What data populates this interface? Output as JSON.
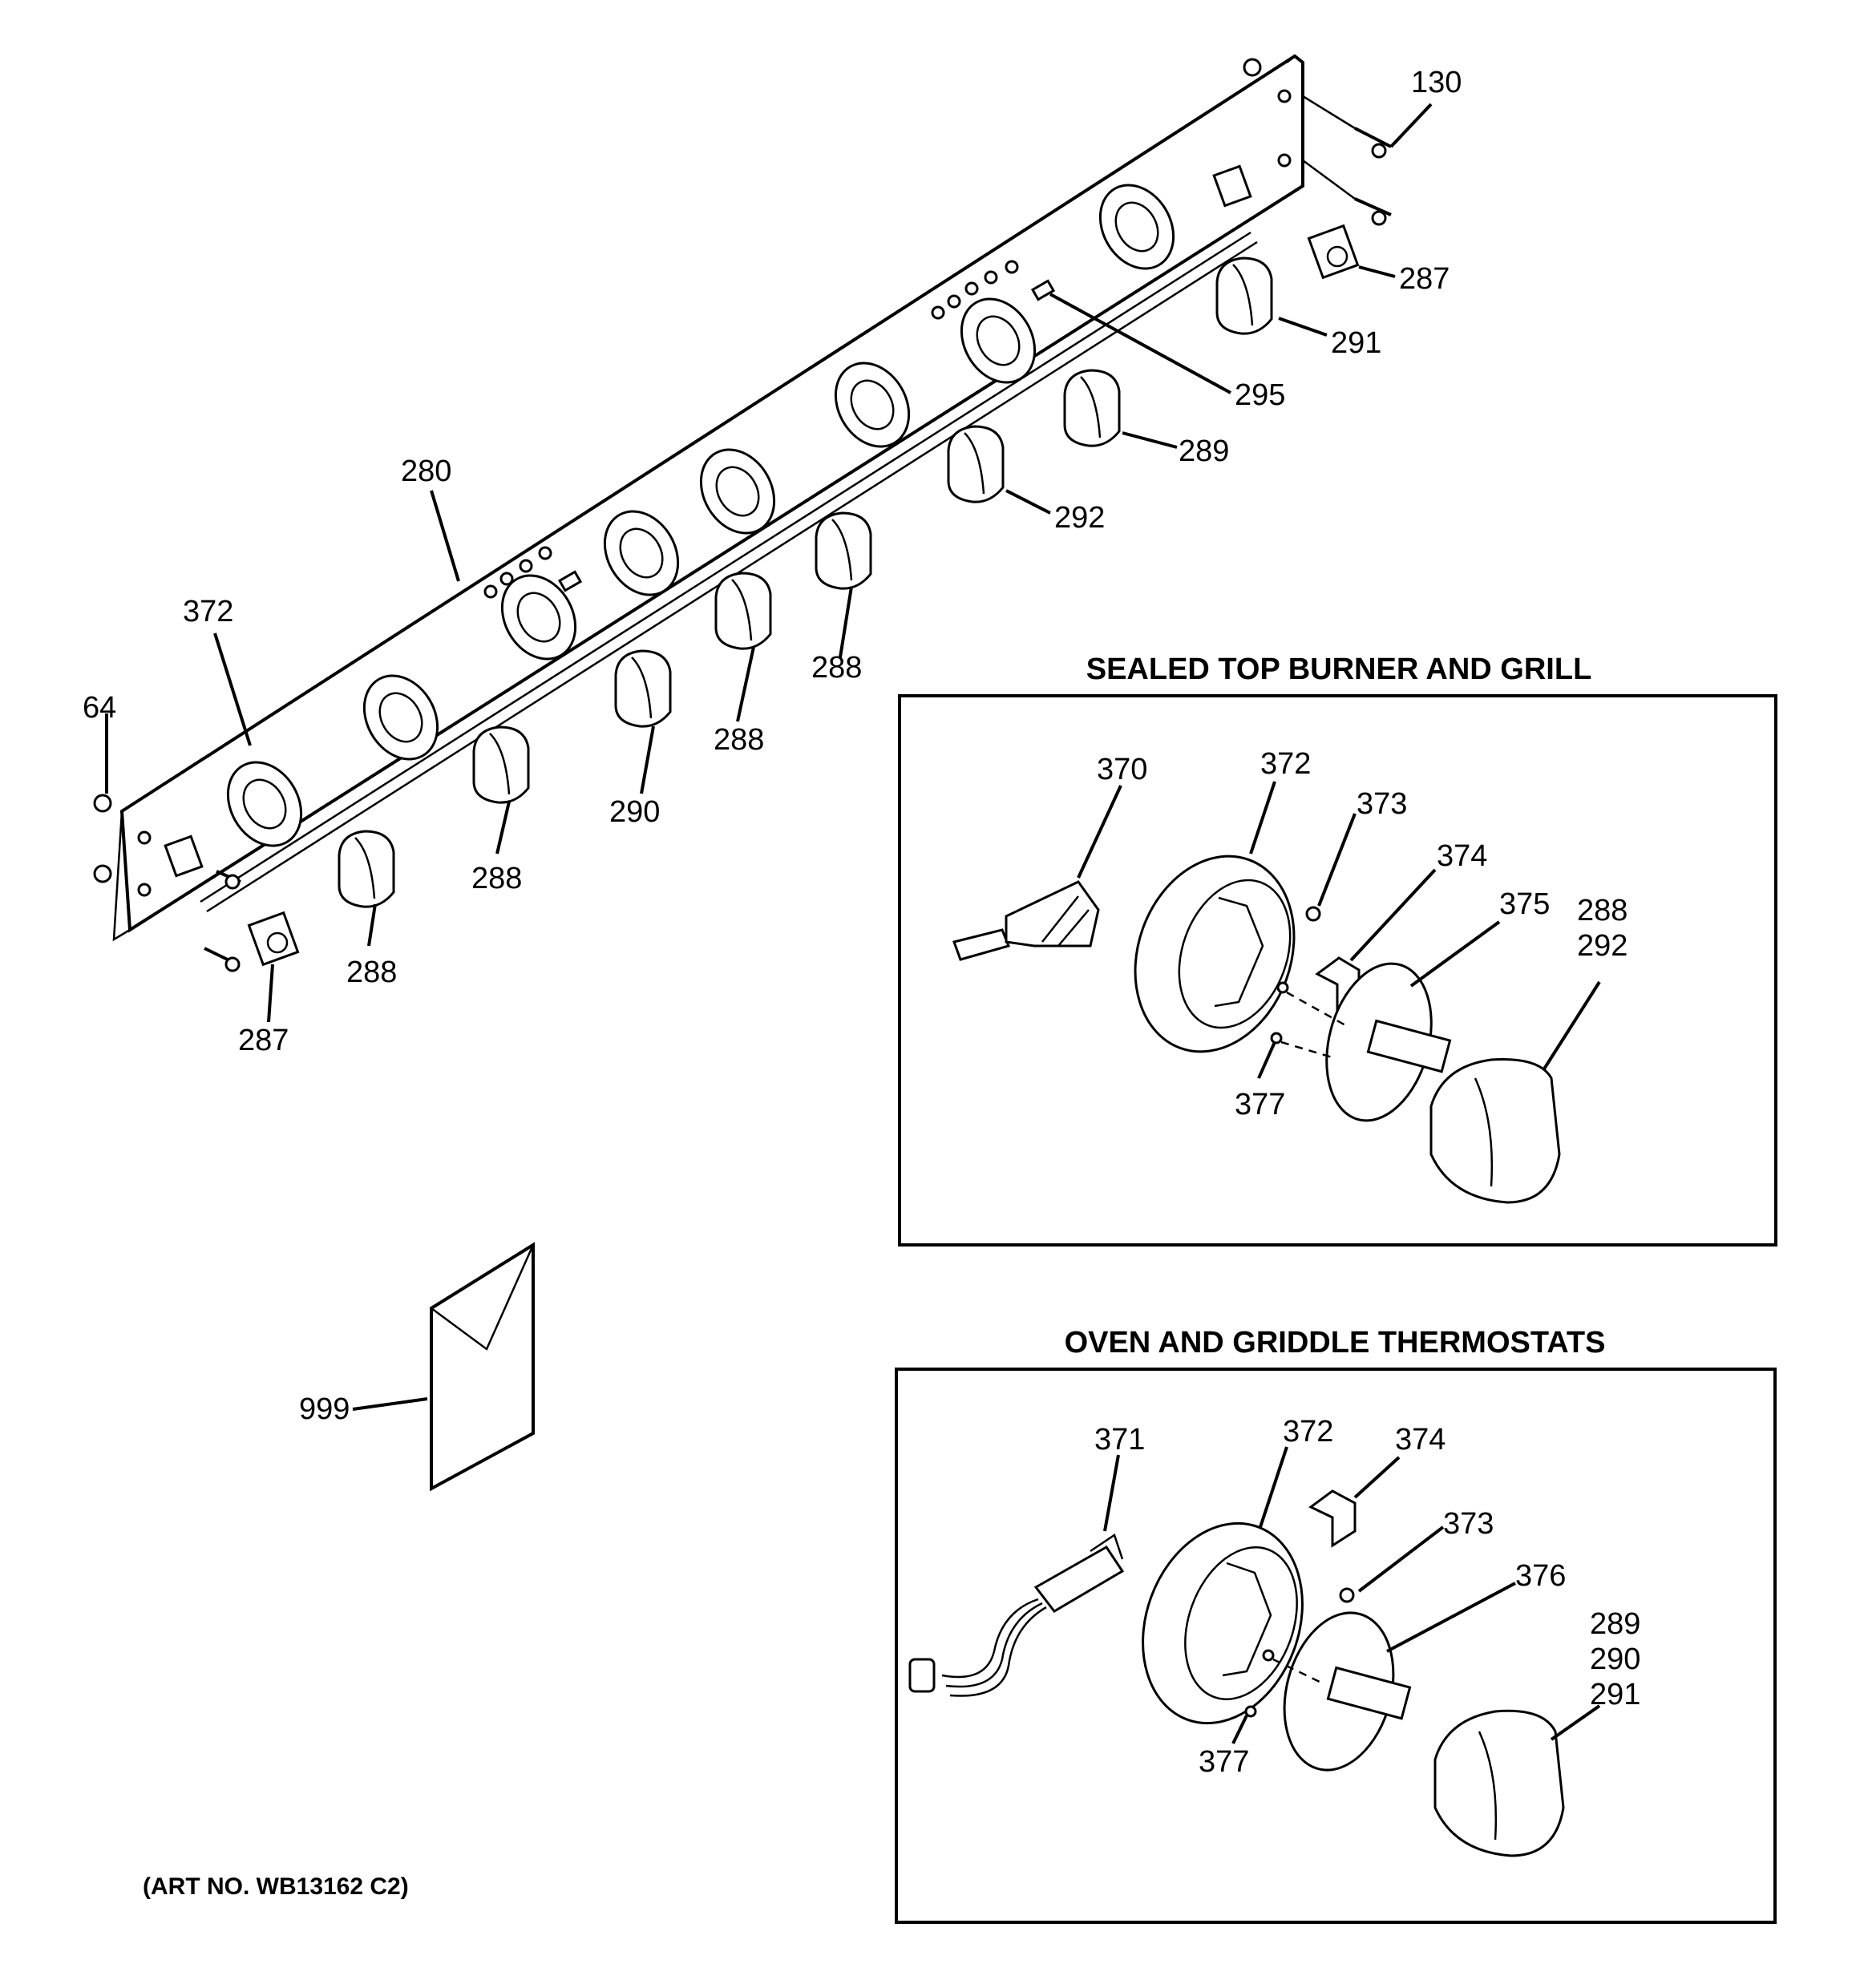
{
  "callouts": {
    "c130": "130",
    "c287_top": "287",
    "c291": "291",
    "c295": "295",
    "c289": "289",
    "c292": "292",
    "c280": "280",
    "c372": "372",
    "c64": "64",
    "c288_a": "288",
    "c288_b": "288",
    "c288_c": "288",
    "c288_d": "288",
    "c290": "290",
    "c287_bot": "287",
    "c999": "999"
  },
  "sealed_top": {
    "title": "SEALED TOP BURNER AND GRILL",
    "c370": "370",
    "c372": "372",
    "c373": "373",
    "c374": "374",
    "c375": "375",
    "c288": "288",
    "c292": "292",
    "c377": "377"
  },
  "oven_griddle": {
    "title": "OVEN AND GRIDDLE THERMOSTATS",
    "c371": "371",
    "c372": "372",
    "c374": "374",
    "c373": "373",
    "c376": "376",
    "c289": "289",
    "c290": "290",
    "c291": "291",
    "c377": "377"
  },
  "art_number": "(ART NO. WB13162 C2)"
}
